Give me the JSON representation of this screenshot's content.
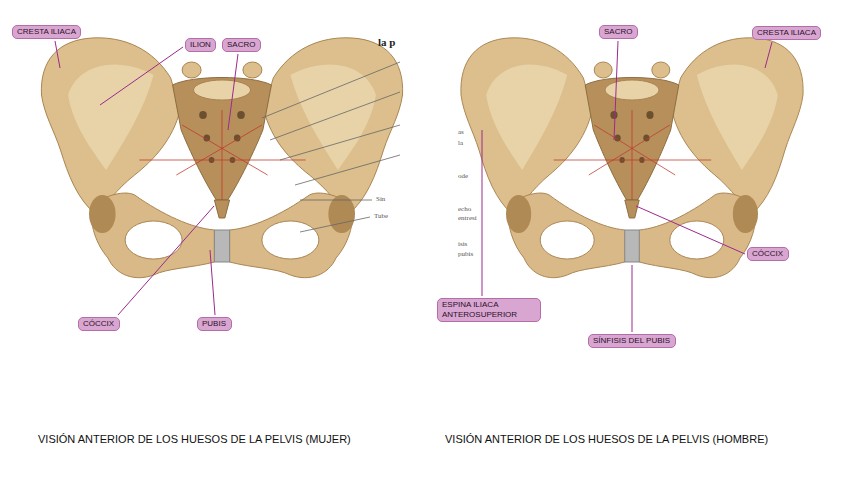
{
  "diagram": {
    "nodes": [
      {
        "text": [
          "CRESTA ILIACA"
        ]
      },
      {
        "text": [
          "ILION"
        ]
      },
      {
        "text": [
          "SACRO"
        ]
      },
      {
        "text": [
          "CÓCCIX"
        ]
      },
      {
        "text": [
          "PUBIS"
        ]
      },
      {
        "text": [
          "SACRO"
        ]
      },
      {
        "text": [
          "CRESTA ILIACA"
        ]
      },
      {
        "text": [
          "ESPINA ILIACA ANTEROSUPERIOR"
        ]
      },
      {
        "text": [
          "CÓCCIX"
        ]
      },
      {
        "text": [
          "SÍNFISIS DEL PUBIS"
        ]
      }
    ],
    "labels": [
      "la p",
      "Sin",
      "Tube",
      "as",
      "la",
      "ode",
      "echo",
      "entresí",
      "isis",
      "pubis",
      "VISIÓN ANTERIOR DE LOS HUESOS DE LA PELVIS (MUJER)",
      "VISIÓN ANTERIOR DE LOS HUESOS DE LA PELVIS (HOMBRE)"
    ]
  }
}
